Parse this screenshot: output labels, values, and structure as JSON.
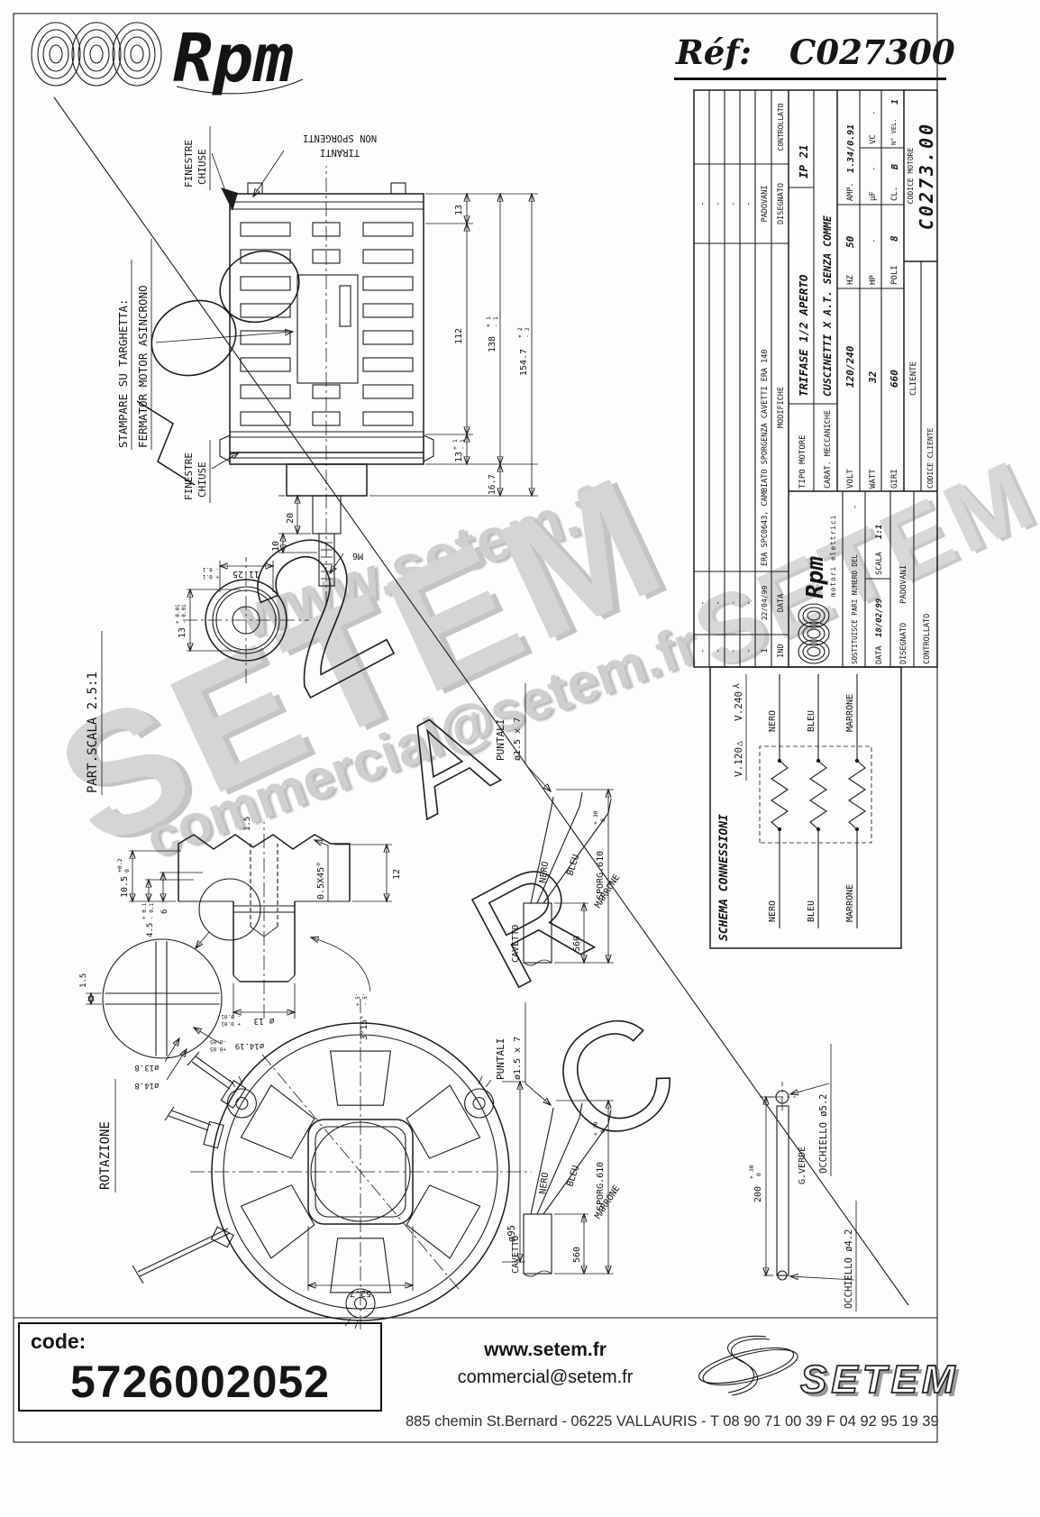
{
  "header": {
    "brand": "Rpm",
    "ref_label": "Réf:",
    "ref_value": "C027300"
  },
  "watermarks": {
    "web": "www.setem.fr",
    "name": "SETEM",
    "email": "commercial@setem.fr"
  },
  "stamp": {
    "c1": "2",
    "c2": "A",
    "c3": "R",
    "c4": "C"
  },
  "titleblock": {
    "brand": {
      "name": "Rpm",
      "tagline": "motori elettrici"
    },
    "rev": {
      "dash": "-",
      "r1_ind": "1",
      "r1_data": "22/04/99",
      "r1_mod": "ERA SPC0643, CAMBIATO SPORGENZA CAVETTI ERA 140",
      "r1_dis": "PADOVANI",
      "ind_h": "IND",
      "data_h": "DATA",
      "mod_h": "MODIFICHE",
      "dis_h": "DISEGNATO",
      "con_h": "CONTROLLATO"
    },
    "fields": {
      "tipo_l": "TIPO MOTORE",
      "tipo_v": "TRIFASE 1/2 APERTO",
      "ip": "IP 21",
      "carat_l": "CARAT. MECCANICHE",
      "carat_v": "CUSCINETTI X A.T. SENZA COMME",
      "volt_l": "VOLT",
      "volt_v": "120/240",
      "hz_l": "HZ",
      "hz_v": "50",
      "amp_l": "AMP.",
      "amp_v": "1.34/0.91",
      "watt_l": "WATT",
      "watt_v": "32",
      "hp_l": "HP",
      "hp_v": "-",
      "uf_l": "µF",
      "uf_v": "-",
      "vc_l": "VC",
      "vc_v": "-",
      "giri_l": "GIRI",
      "giri_v": "660",
      "poli_l": "POLI",
      "poli_v": "8",
      "cl_l": "CL.",
      "cl_v": "B",
      "nvel_l": "N° VEL.",
      "nvel_v": "1",
      "cliente_l": "CLIENTE",
      "cod_cli_l": "CODICE CLIENTE",
      "cod_mot_l": "CODICE MOTORE",
      "cod_mot_v": "C0273.00",
      "sost_l": "SOSTITUISCE PARI NUMERO DEL",
      "sost_v": "-",
      "data_l": "DATA",
      "data_v": "18/02/99",
      "scala_l": "SCALA",
      "scala_v": "1:1",
      "dis_l": "DISEGNATO",
      "dis_v": "PADOVANI",
      "con_l": "CONTROLLATO"
    }
  },
  "schema": {
    "title": "SCHEMA CONNESSIONI",
    "v1": "V.120",
    "v1s": "△",
    "v2": "V.240",
    "v2s": "Y",
    "nero": "NERO",
    "bleu": "BLEU",
    "marrone": "MARRONE"
  },
  "views": {
    "side": {
      "fin_a": "FINESTRE",
      "fin_b": "CHIUSE",
      "tir1": "TIRANTI",
      "tir2": "NON SPORGENTI",
      "stam1": "STAMPARE SU TARGHETTA:",
      "stam2": "FERMATOR MOTOR ASINCRONO",
      "m6": "M6",
      "d20": "20",
      "d10": "10",
      "d13a": "13",
      "d112": "112",
      "d13b": "13",
      "tp1": "+ 1",
      "tm1": "- 1",
      "d167": "16.7",
      "d138": "138",
      "d1547": "154.7",
      "tp2": "+ 2",
      "tm2": "- 2"
    },
    "part": {
      "title": "PART.SCALA 2.5:1",
      "d1125": "11.25",
      "tp01": "+ 0.1",
      "tm01": "- 0.1",
      "d13": "13",
      "tp001": "+ 0.01",
      "tm001": "- 0.01",
      "d105": "10.5",
      "tp02": "+0.2",
      "t0": "0",
      "d45": "4.5",
      "d6": "6",
      "d15a": "1.5",
      "d15b": "1.5",
      "cham": "0.5X45°",
      "d12": "12",
      "ang": "3°15'",
      "angp": "+ 5'",
      "angm": "- 5'",
      "dia13": "ø 13",
      "d148": "ø14.8",
      "d138": "ø13.8",
      "d1419": "ø14.19",
      "tp005": "+0.05",
      "tm005": "-0.05"
    },
    "front": {
      "rot": "ROTAZIONE",
      "d95": "ø95",
      "d527": "52.7"
    },
    "cable": {
      "puntali": "PUNTALI",
      "size": "ø1.5 x 7",
      "cavetto": "CAVETTO",
      "nero": "NERO",
      "bleu": "BLEU",
      "marrone": "MARRONE",
      "d560": "560",
      "sporg": "SPORG.610",
      "tp30": "+ 30",
      "t0": "0"
    },
    "ground": {
      "d200": "200",
      "gverde": "G.VERDE",
      "occ52": "OCCHIELLO ø5.2",
      "occ42": "OCCHIELLO ø4.2"
    }
  },
  "footer": {
    "code_label": "code:",
    "code_value": "5726002052",
    "web": "www.setem.fr",
    "email": "commercial@setem.fr",
    "logo": "SETEM",
    "address": "885 chemin St.Bernard  -  06225 VALLAURIS  -  T 08 90 71 00 39   F 04 92 95 19 39"
  }
}
